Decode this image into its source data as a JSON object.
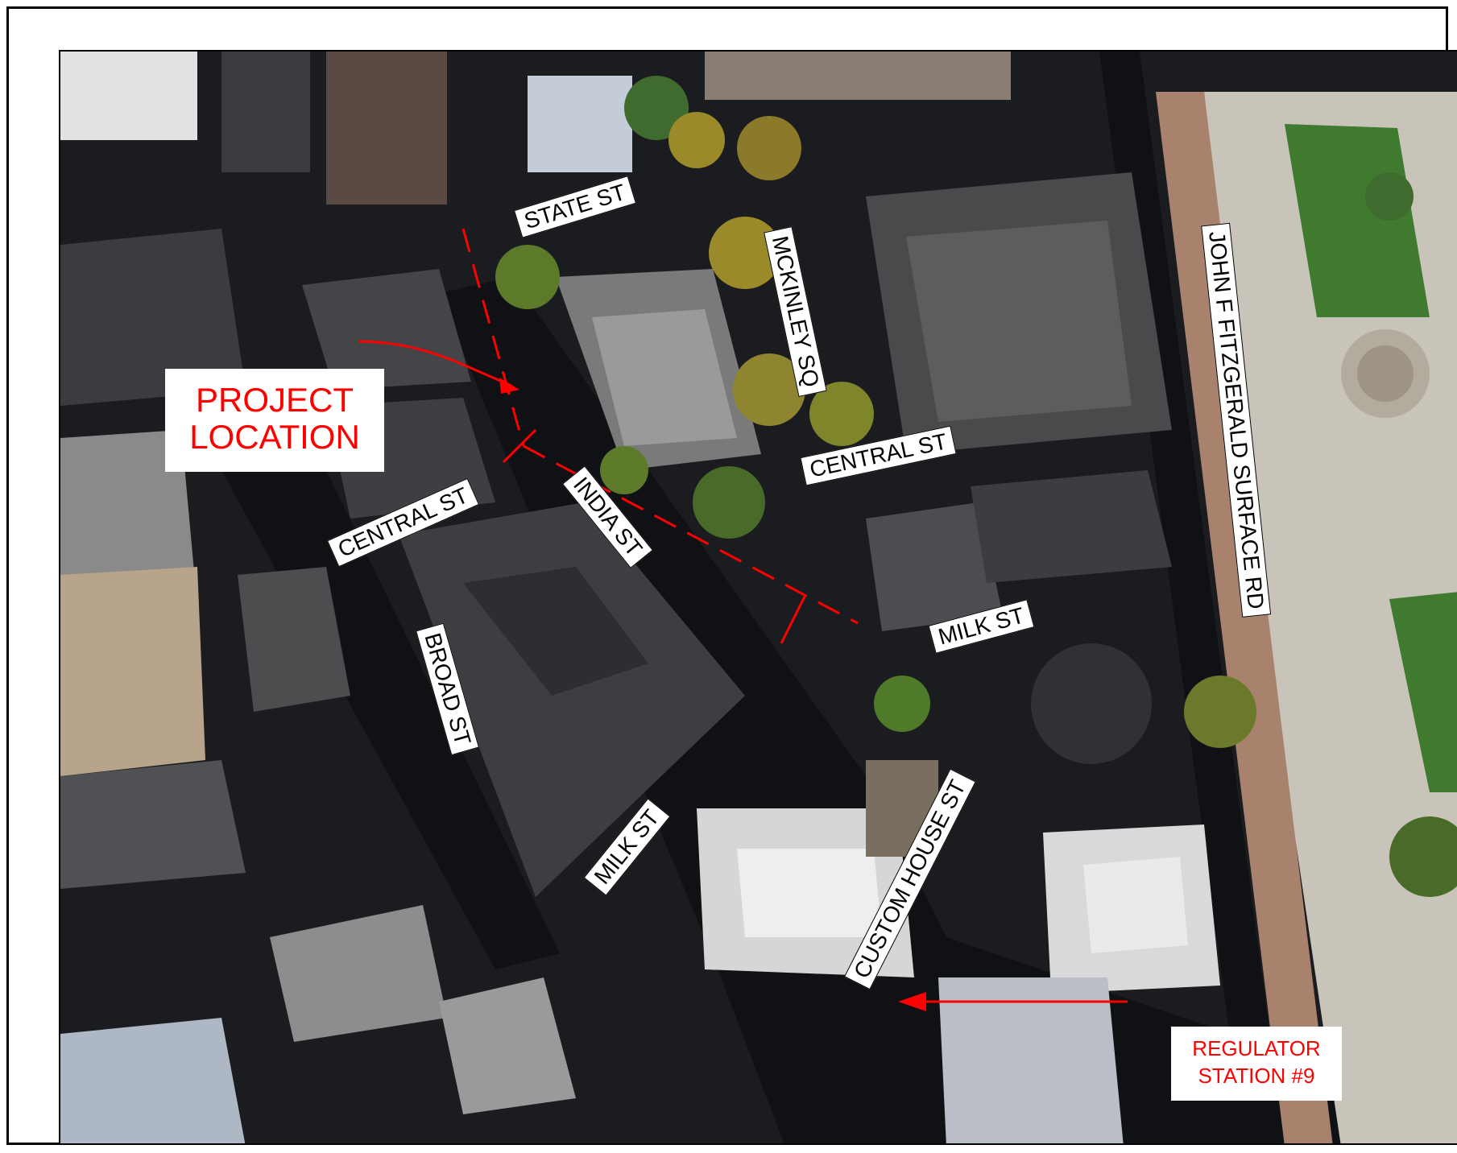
{
  "streets": {
    "state_st": "STATE ST",
    "mckinley_sq": "MCKINLEY SQ",
    "jfk_surface_rd": "JOHN F FITZGERALD SURFACE RD",
    "central_st_east": "CENTRAL ST",
    "central_st_west": "CENTRAL ST",
    "india_st": "INDIA ST",
    "milk_st_east": "MILK ST",
    "milk_st_west": "MILK ST",
    "broad_st": "BROAD ST",
    "custom_house_st": "CUSTOM HOUSE ST"
  },
  "callouts": {
    "project_line1": "PROJECT",
    "project_line2": "LOCATION",
    "regulator_line1": "REGULATOR",
    "regulator_line2": "STATION #9"
  },
  "colors": {
    "annotation_red": "#ff0000",
    "label_bg": "#ffffff",
    "park_green": "#3f7a2e",
    "tree_green": "#5c7a2a",
    "tree_autumn": "#9a8a2a",
    "road_dark": "#141518",
    "roof_light": "#dcdcdc",
    "plaza": "#c9c5bb"
  },
  "icons": {
    "route_line": "dashed-route-line",
    "project_arrow": "arrow-icon",
    "regulator_arrow": "arrow-icon"
  }
}
